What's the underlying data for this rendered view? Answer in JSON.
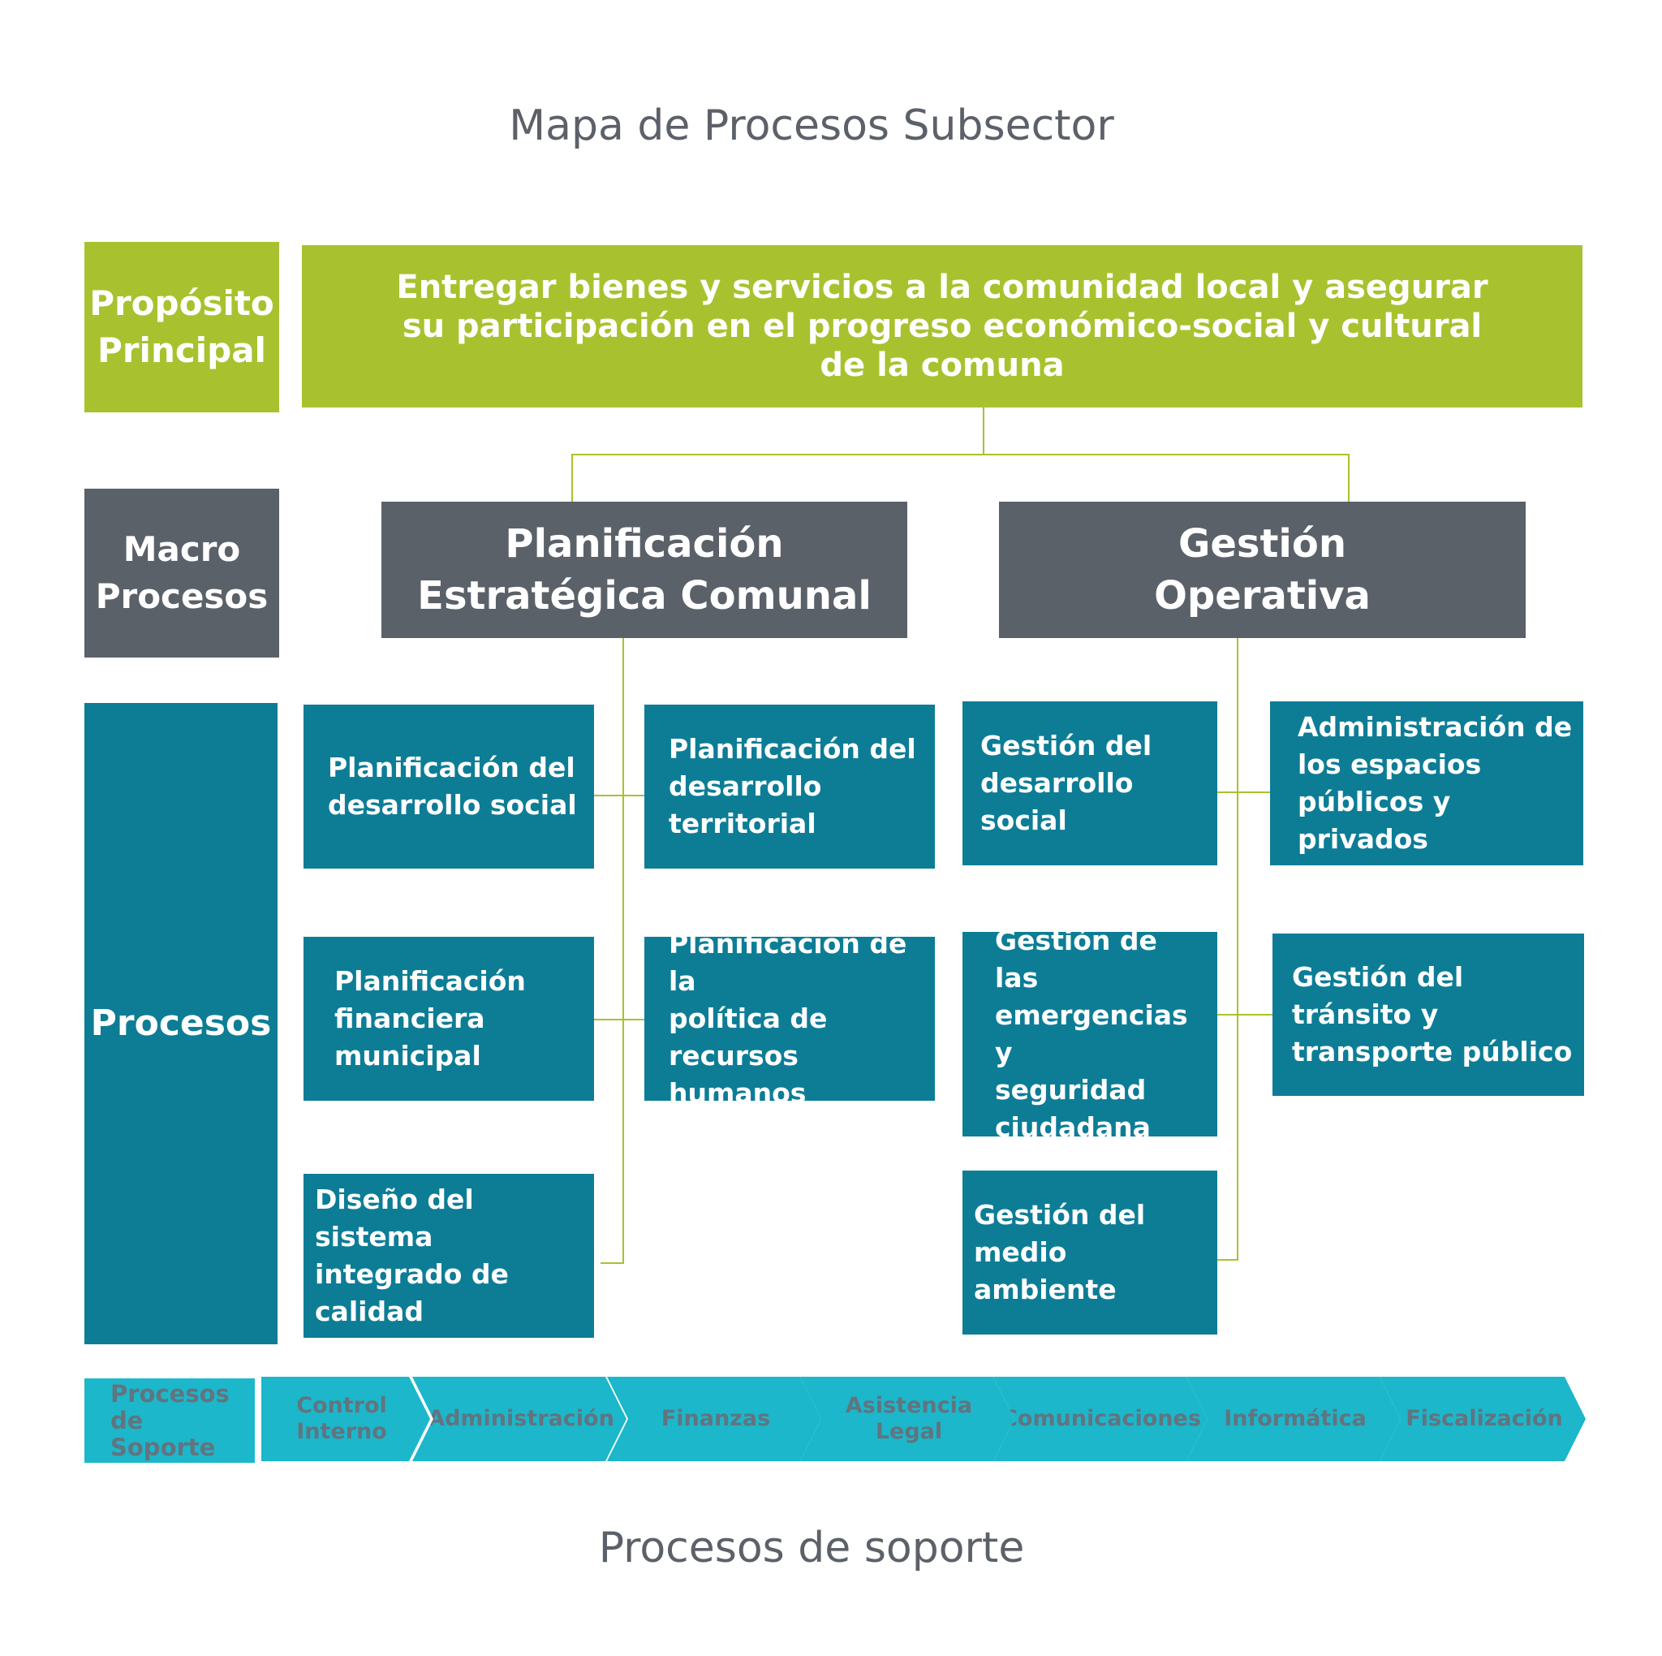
{
  "title": "Mapa de Procesos Subsector",
  "footer": "Procesos de soporte",
  "colors": {
    "green": "#a8c22f",
    "gray": "#5b6169",
    "teal": "#0d7d96",
    "cyan": "#1cb7cb",
    "connector": "#a8c22f"
  },
  "row_labels": {
    "purpose": "Propósito\nPrincipal",
    "macro": "Macro\nProcesos",
    "processes": "Procesos",
    "support": "Procesos\nde Soporte"
  },
  "purpose_text": "Entregar bienes y servicios a la comunidad local y asegurar\nsu participación en el progreso económico-social y cultural\nde la comuna",
  "macro_processes": [
    {
      "name": "Planificación\nEstratégica Comunal",
      "processes": [
        "Planificación del\ndesarrollo social",
        "Planificación del\ndesarrollo\nterritorial",
        "Planificación\nfinanciera\nmunicipal",
        "Planificación de la\npolítica de recursos\nhumanos",
        "Diseño del sistema\nintegrado de calidad"
      ]
    },
    {
      "name": "Gestión\nOperativa",
      "processes": [
        "Gestión del\ndesarrollo social",
        "Administración de\nlos espacios\npúblicos y privados",
        "Gestión de las\nemergencias y\nseguridad\nciudadana",
        "Gestión del tránsito y\ntransporte público",
        "Gestión del\nmedio ambiente"
      ]
    }
  ],
  "support_processes": [
    "Control\nInterno",
    "Administración",
    "Finanzas",
    "Asistencia Legal",
    "Comunicaciones",
    "Informática",
    "Fiscalización"
  ]
}
